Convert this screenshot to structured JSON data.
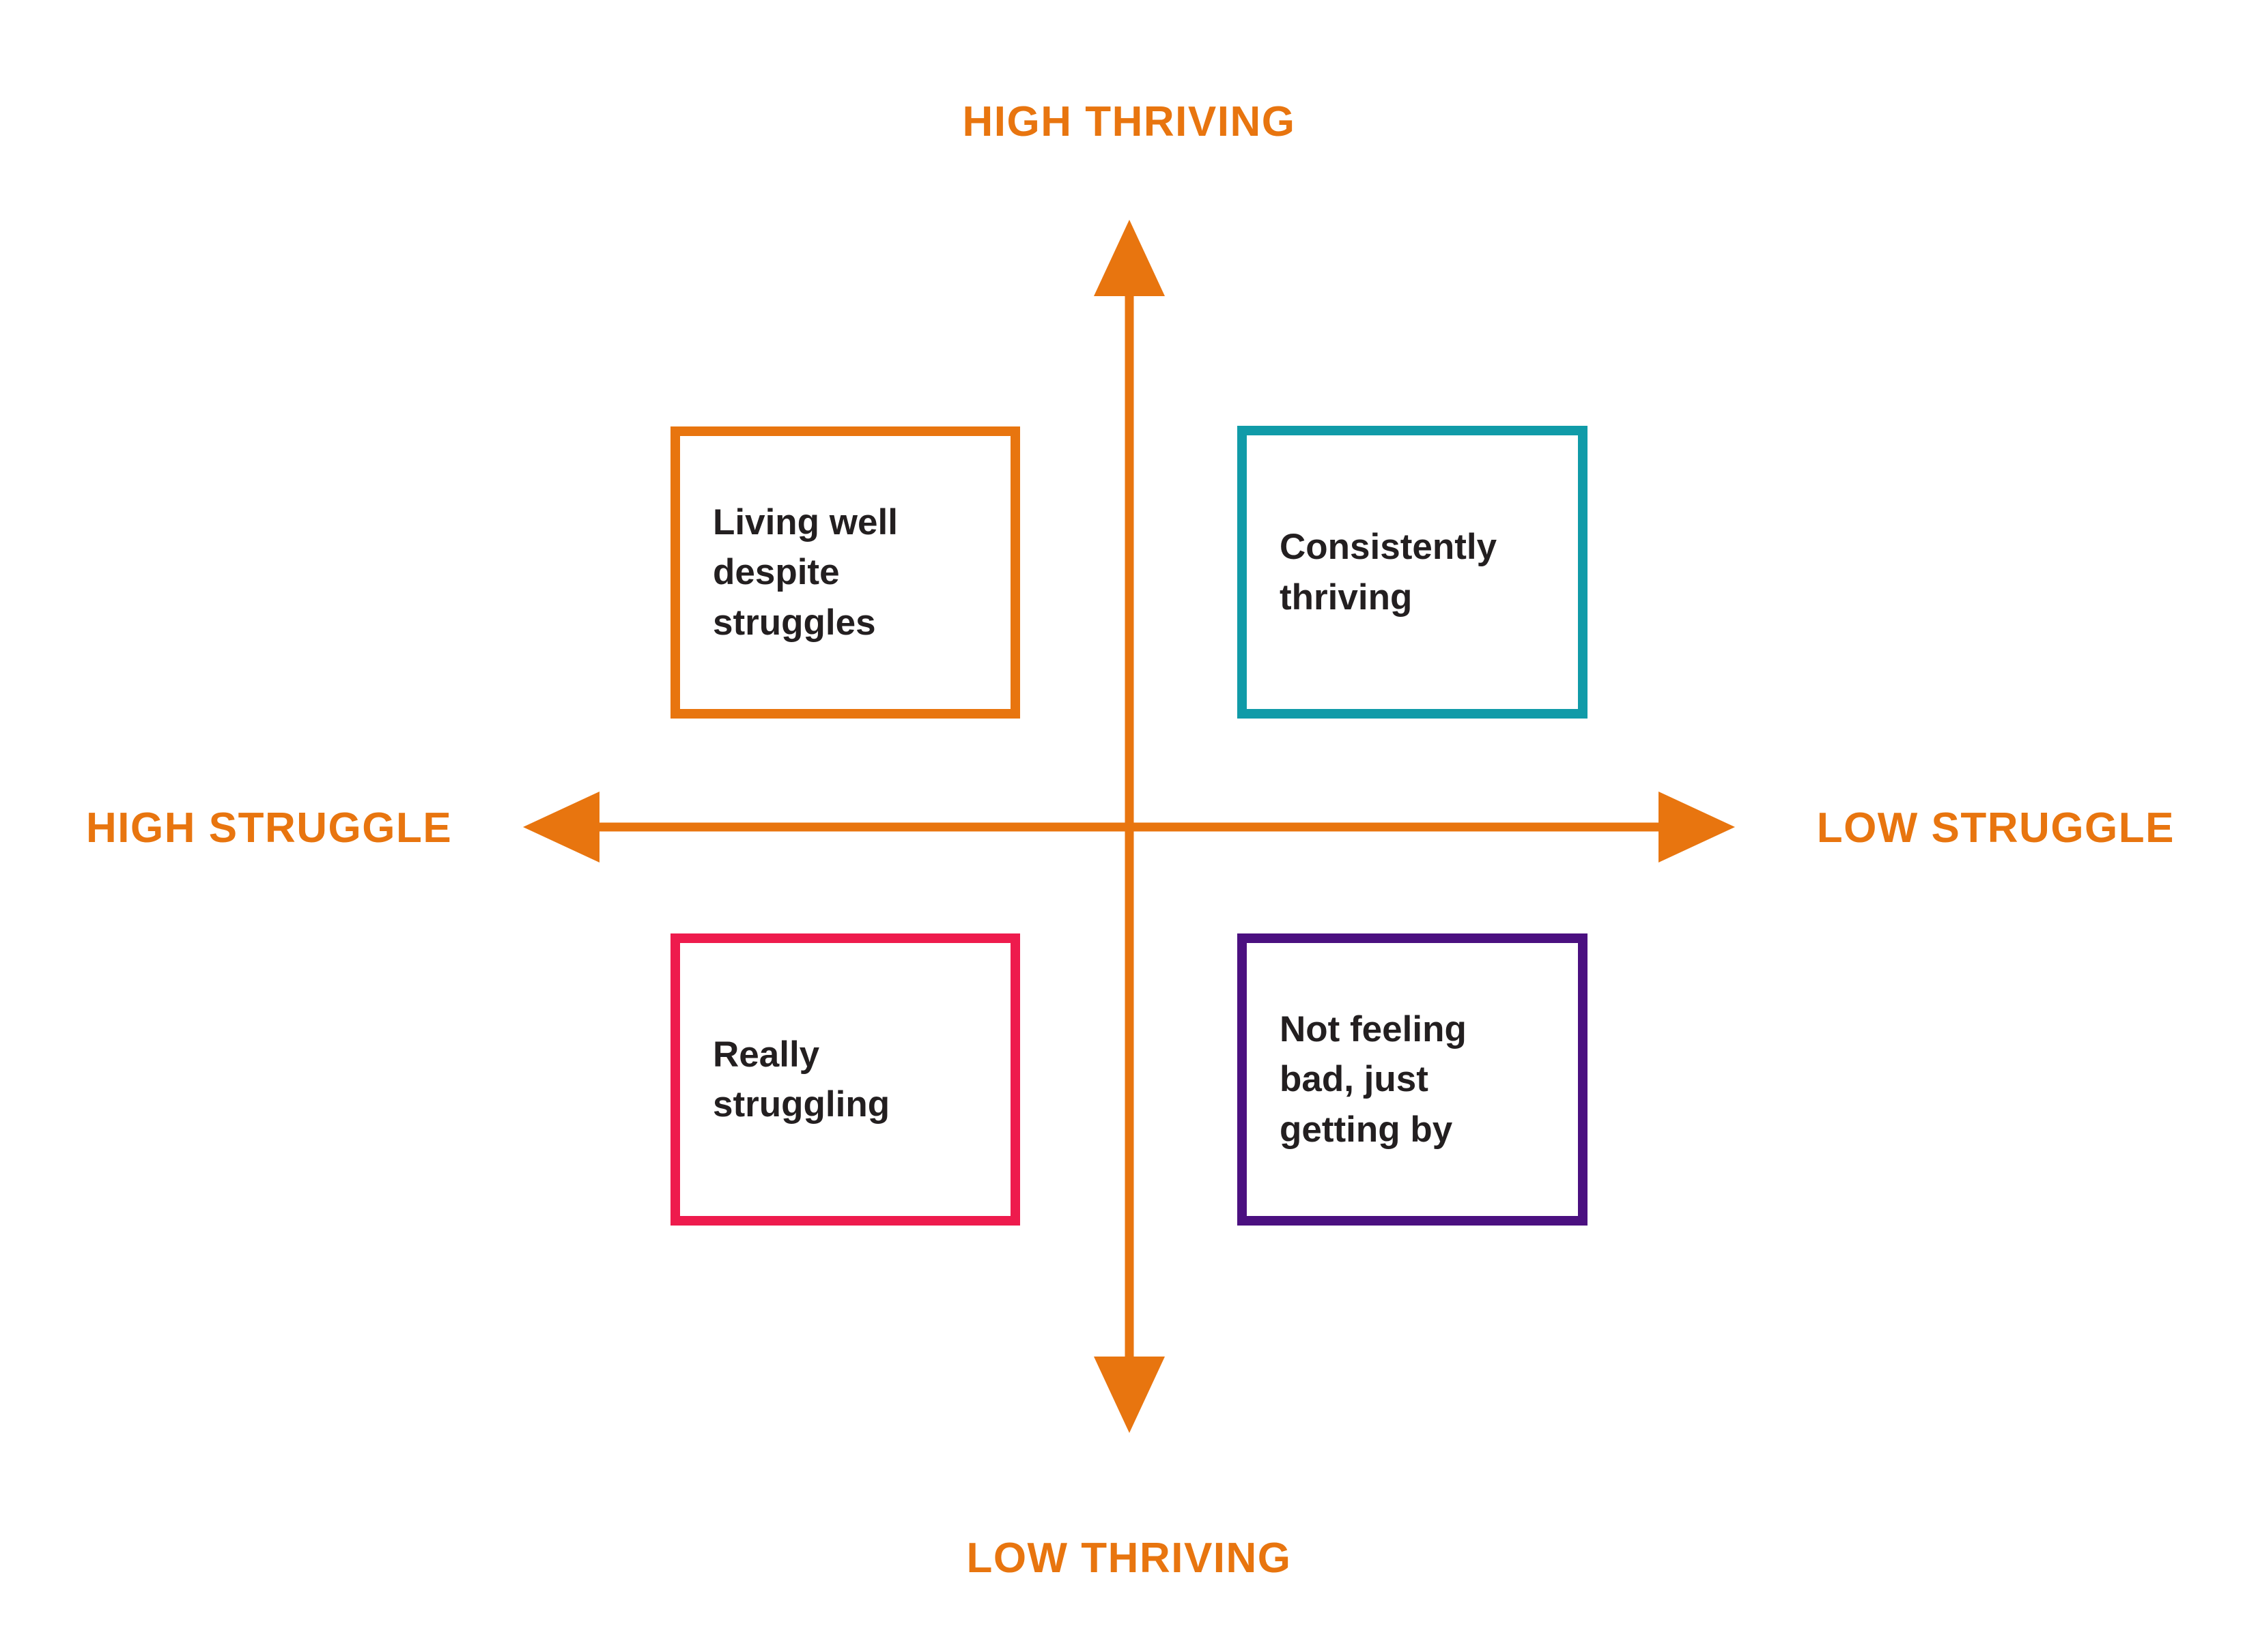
{
  "colors": {
    "background": "#ffffff",
    "axis_orange": "#E8750F",
    "text_dark": "#231f20",
    "box_top_left_border": "#E8750F",
    "box_top_right_border": "#109BA8",
    "box_bottom_left_border": "#EE1B4D",
    "box_bottom_right_border": "#4B1080"
  },
  "axes": {
    "top_label": "HIGH THRIVING",
    "bottom_label": "LOW THRIVING",
    "left_label": "HIGH STRUGGLE",
    "right_label": "LOW STRUGGLE"
  },
  "quadrants": [
    {
      "id": "living-well-despite-struggles",
      "position": "top-left",
      "label": "Living well\ndespite\nstruggles",
      "border_color": "#E8750F"
    },
    {
      "id": "consistently-thriving",
      "position": "top-right",
      "label": "Consistently\nthriving",
      "border_color": "#109BA8"
    },
    {
      "id": "really-struggling",
      "position": "bottom-left",
      "label": "Really\nstruggling",
      "border_color": "#EE1B4D"
    },
    {
      "id": "not-feeling-bad-just-getting-by",
      "position": "bottom-right",
      "label": "Not feeling\nbad, just\ngetting by",
      "border_color": "#4B1080"
    }
  ],
  "chart_data": {
    "type": "scatter",
    "title": "",
    "xlabel": "Struggle",
    "ylabel": "Thriving",
    "x_axis": {
      "left_end": "HIGH STRUGGLE",
      "right_end": "LOW STRUGGLE"
    },
    "y_axis": {
      "top_end": "HIGH THRIVING",
      "bottom_end": "LOW THRIVING"
    },
    "grid": false,
    "legend": "none",
    "categories": [
      "Living well despite struggles",
      "Consistently thriving",
      "Really struggling",
      "Not feeling bad, just getting by"
    ],
    "annotations": [
      {
        "quadrant": "upper-left",
        "x": "high struggle",
        "y": "high thriving",
        "text": "Living well despite struggles",
        "color": "#E8750F"
      },
      {
        "quadrant": "upper-right",
        "x": "low struggle",
        "y": "high thriving",
        "text": "Consistently thriving",
        "color": "#109BA8"
      },
      {
        "quadrant": "lower-left",
        "x": "high struggle",
        "y": "low thriving",
        "text": "Really struggling",
        "color": "#EE1B4D"
      },
      {
        "quadrant": "lower-right",
        "x": "low struggle",
        "y": "low thriving",
        "text": "Not feeling bad, just getting by",
        "color": "#4B1080"
      }
    ]
  }
}
